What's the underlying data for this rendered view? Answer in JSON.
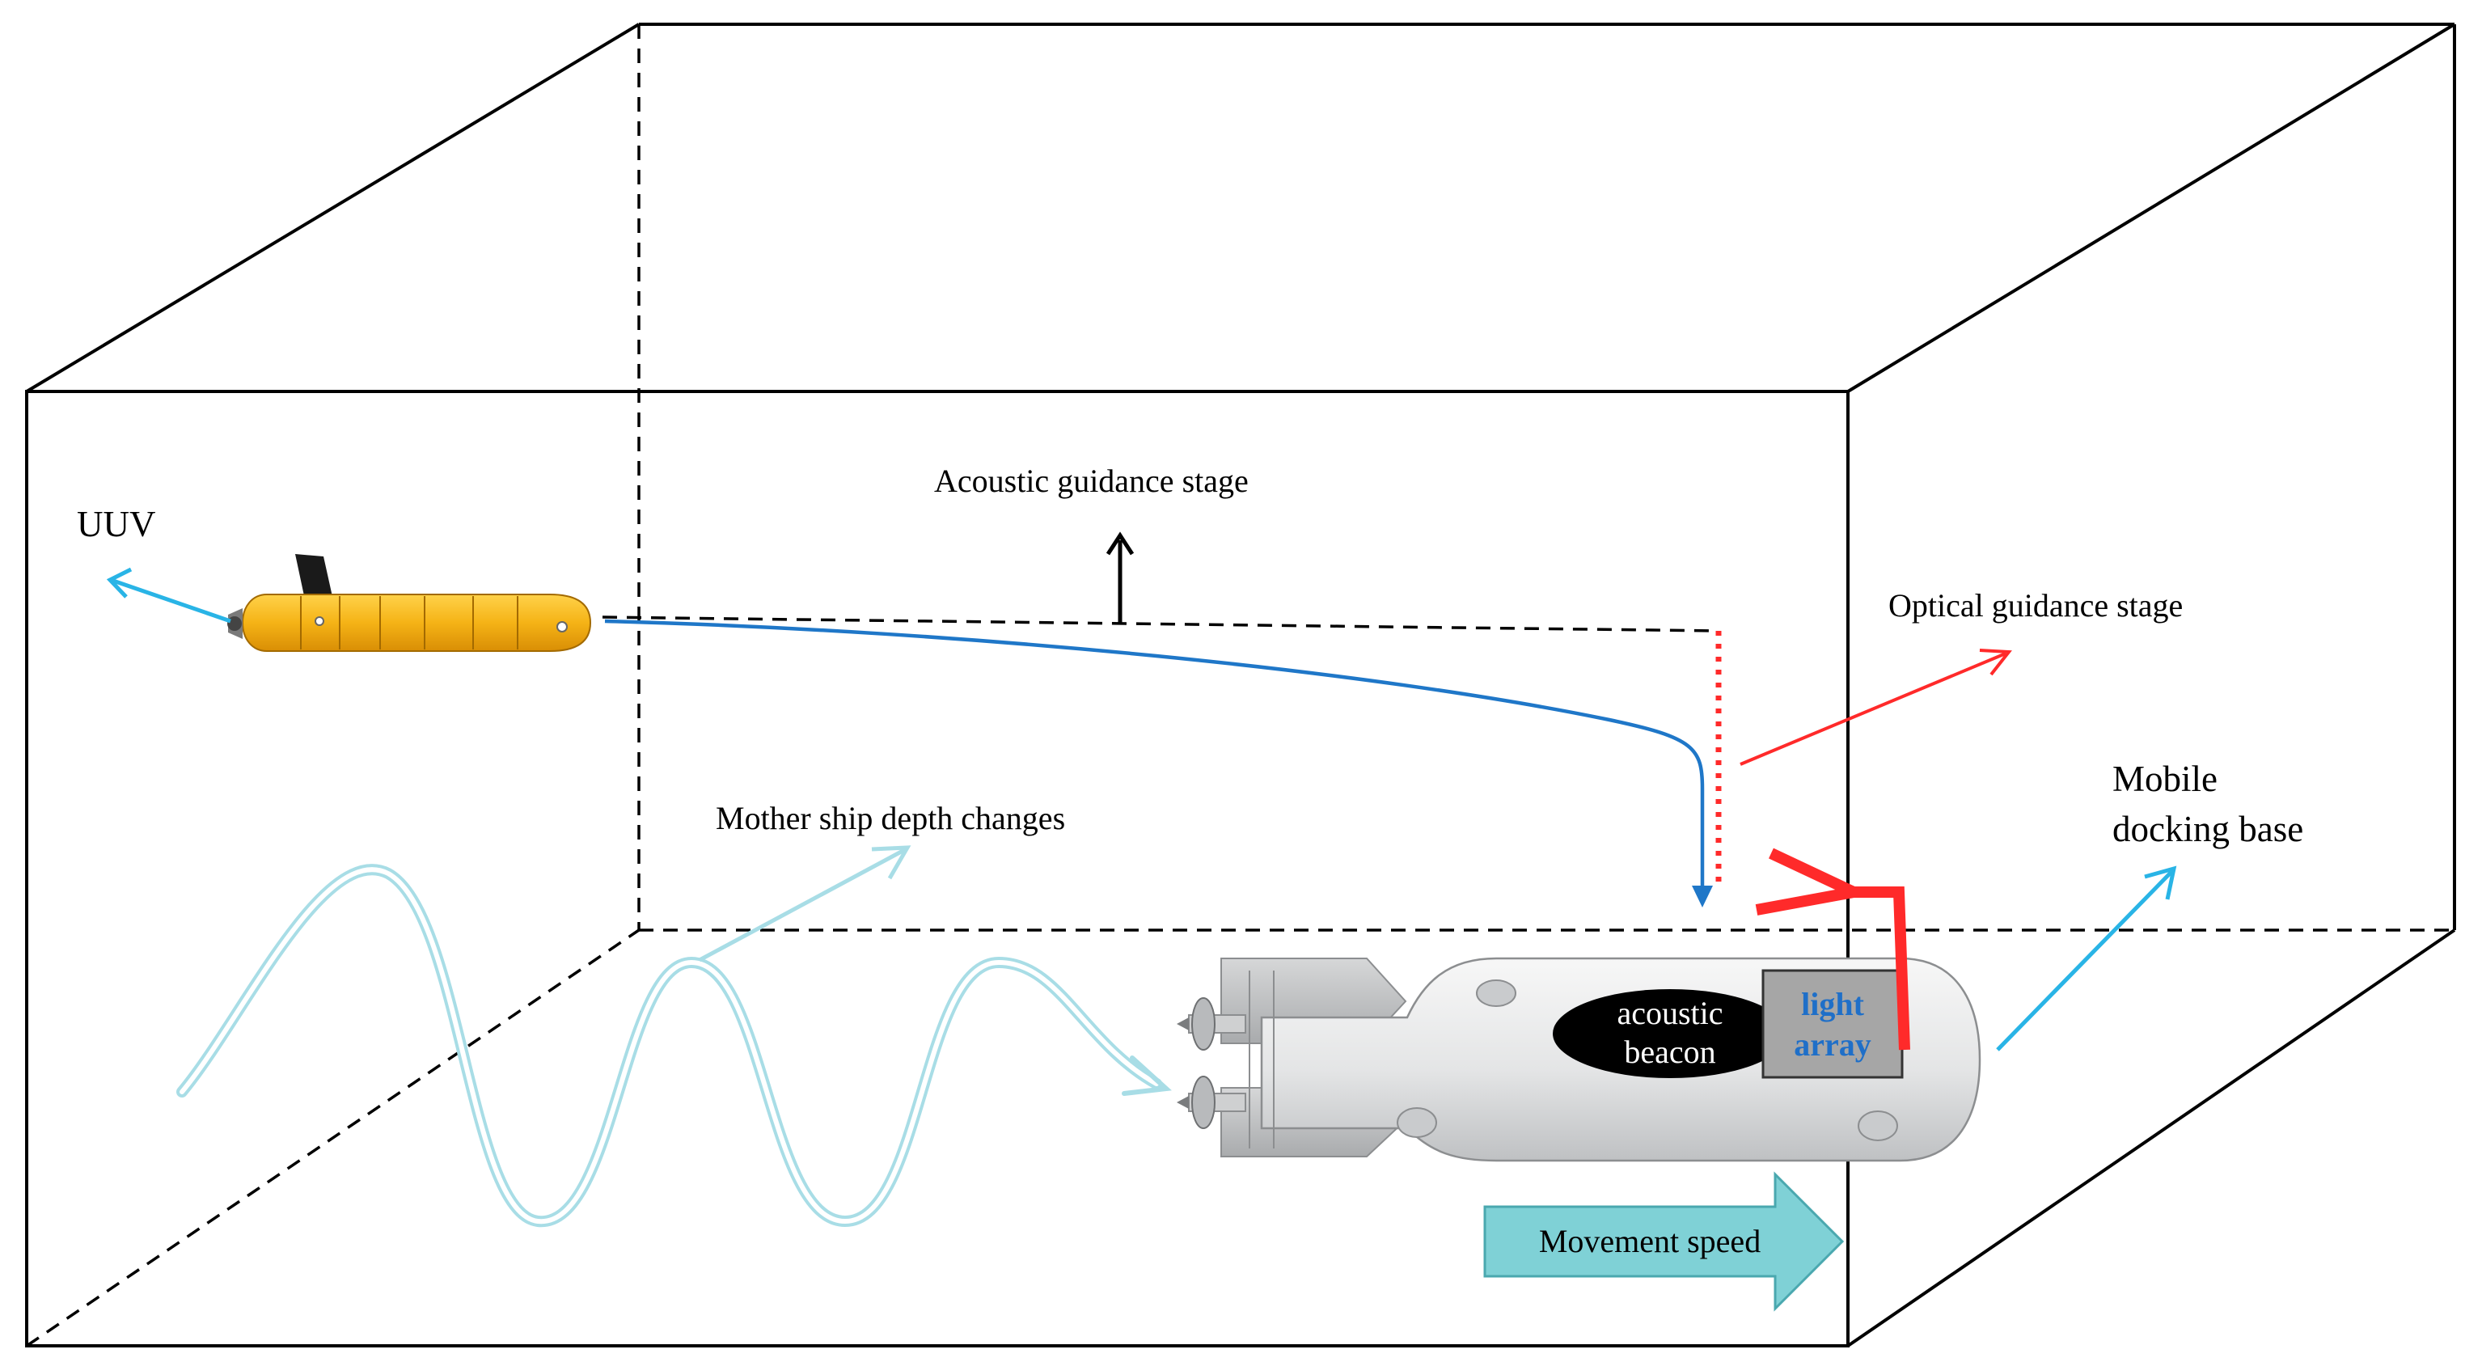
{
  "labels": {
    "uuv": "UUV",
    "acoustic_stage": "Acoustic guidance stage",
    "optical_stage": "Optical guidance stage",
    "mother_ship": "Mother ship depth changes",
    "mobile_line1": "Mobile",
    "mobile_line2": "docking base",
    "beacon_line1": "acoustic",
    "beacon_line2": "beacon",
    "light_line1": "light",
    "light_line2": "array",
    "movement": "Movement speed"
  },
  "colors": {
    "box_edge": "#000000",
    "trajectory": "#1f77c8",
    "optical": "#ff2a2a",
    "cyan_arrow": "#29b4e6",
    "wave": "#a8dde6",
    "movement_arrow_fill": "#7fd1d6",
    "uuv_body": "#f5b316",
    "dock_body": "#e9eaeb",
    "beacon": "#000000",
    "light_array_fill": "#a6a6a6",
    "light_array_text": "#1f6fc8"
  }
}
